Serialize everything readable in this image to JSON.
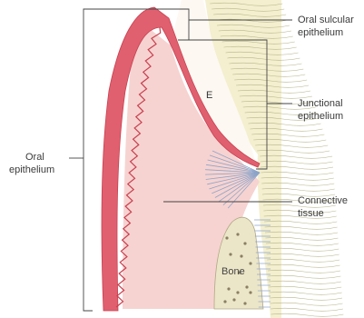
{
  "labels": {
    "oral_sulcular": [
      "Oral sulcular",
      "epithelium"
    ],
    "junctional": [
      "Junctional",
      "epithelium"
    ],
    "oral": [
      "Oral",
      "epithelium"
    ],
    "connective": [
      "Connective",
      "tissue"
    ],
    "e": "E",
    "bone": "Bone"
  },
  "colors": {
    "epithelium": "#e06070",
    "epithelium_dark": "#c8404f",
    "connective": "#f6d3d1",
    "enamel_space": "#fdf8f2",
    "tooth": "#f3efcf",
    "tooth_lines": "#b8b58a",
    "bone": "#ece6c8",
    "bone_speckle": "#8a7f62",
    "fiber": "#8da4c8",
    "line": "#444444"
  },
  "icons": [
    "fiber-bundle",
    "bone-trabeculae"
  ]
}
